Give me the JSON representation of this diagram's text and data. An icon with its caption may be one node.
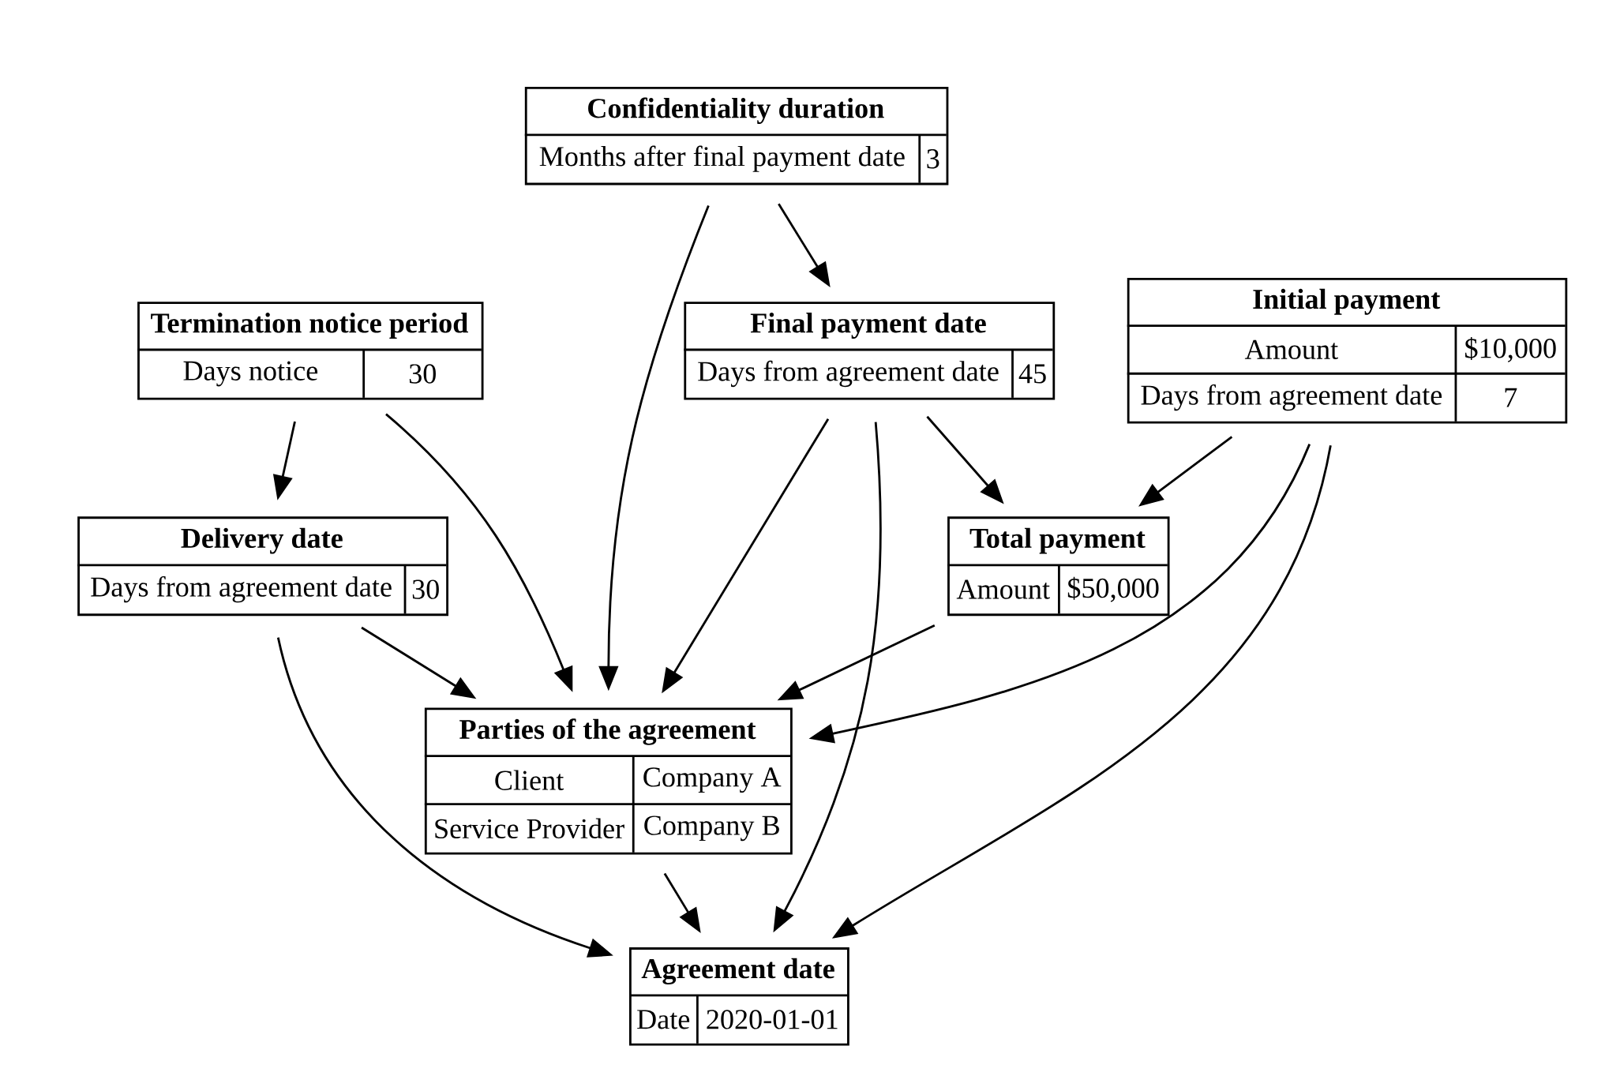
{
  "diagram": {
    "nodes": [
      {
        "text": [
          "Confidentiality duration",
          "Months after final payment date",
          "3"
        ]
      },
      {
        "text": [
          "Termination notice period",
          "Days notice",
          "30"
        ]
      },
      {
        "text": [
          "Final payment date",
          "Days from agreement date",
          "45"
        ]
      },
      {
        "text": [
          "Initial payment",
          "Amount",
          "$10,000",
          "Days from agreement date",
          "7"
        ]
      },
      {
        "text": [
          "Delivery date",
          "Days from agreement date",
          "30"
        ]
      },
      {
        "text": [
          "Total payment",
          "Amount",
          "$50,000"
        ]
      },
      {
        "text": [
          "Parties of the agreement",
          "Client",
          "Company A",
          "Service Provider",
          "Company B"
        ]
      },
      {
        "text": [
          "Agreement date",
          "Date",
          "2020-01-01"
        ]
      }
    ],
    "edges": [
      {
        "from": 0,
        "to": 6,
        "arrow": "to"
      },
      {
        "from": 0,
        "to": 2,
        "arrow": "to"
      },
      {
        "from": 1,
        "to": 4,
        "arrow": "to"
      },
      {
        "from": 1,
        "to": 6,
        "arrow": "to"
      },
      {
        "from": 2,
        "to": 6,
        "arrow": "to"
      },
      {
        "from": 2,
        "to": 7,
        "arrow": "to"
      },
      {
        "from": 2,
        "to": 5,
        "arrow": "to"
      },
      {
        "from": 3,
        "to": 5,
        "arrow": "to"
      },
      {
        "from": 3,
        "to": 6,
        "arrow": "to"
      },
      {
        "from": 3,
        "to": 7,
        "arrow": "to"
      },
      {
        "from": 4,
        "to": 6,
        "arrow": "to"
      },
      {
        "from": 4,
        "to": 7,
        "arrow": "to"
      },
      {
        "from": 5,
        "to": 6,
        "arrow": "to"
      },
      {
        "from": 6,
        "to": 7,
        "arrow": "to"
      }
    ]
  }
}
